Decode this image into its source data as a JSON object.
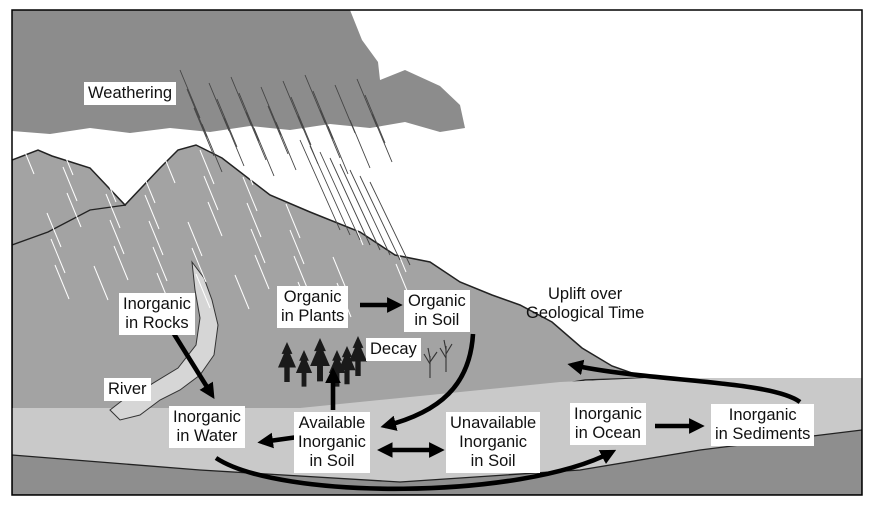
{
  "labels": {
    "weathering": "Weathering",
    "inorganic_in_rocks": "Inorganic\nin Rocks",
    "organic_in_plants": "Organic\nin Plants",
    "organic_in_soil": "Organic\nin Soil",
    "decay": "Decay",
    "uplift": "Uplift over\nGeological Time",
    "river": "River",
    "inorganic_in_water": "Inorganic\nin Water",
    "available_inorganic_in_soil": "Available\nInorganic\nin Soil",
    "unavailable_inorganic_in_soil": "Unavailable\nInorganic\nin Soil",
    "inorganic_in_ocean": "Inorganic\nin Ocean",
    "inorganic_in_sediments": "Inorganic\nin Sediments"
  },
  "colors": {
    "cloud": "#8c8c8c",
    "mountain": "#a3a3a3",
    "ocean": "#c9c9c9",
    "sea_floor": "#8e8e8e",
    "river": "#d6d6d6",
    "tree": "#1a1a1a",
    "arrow": "#000000",
    "rain": "#ffffff"
  },
  "icons": [
    "rain-streaks",
    "conifer-tree-icon",
    "dead-tree-icon"
  ]
}
